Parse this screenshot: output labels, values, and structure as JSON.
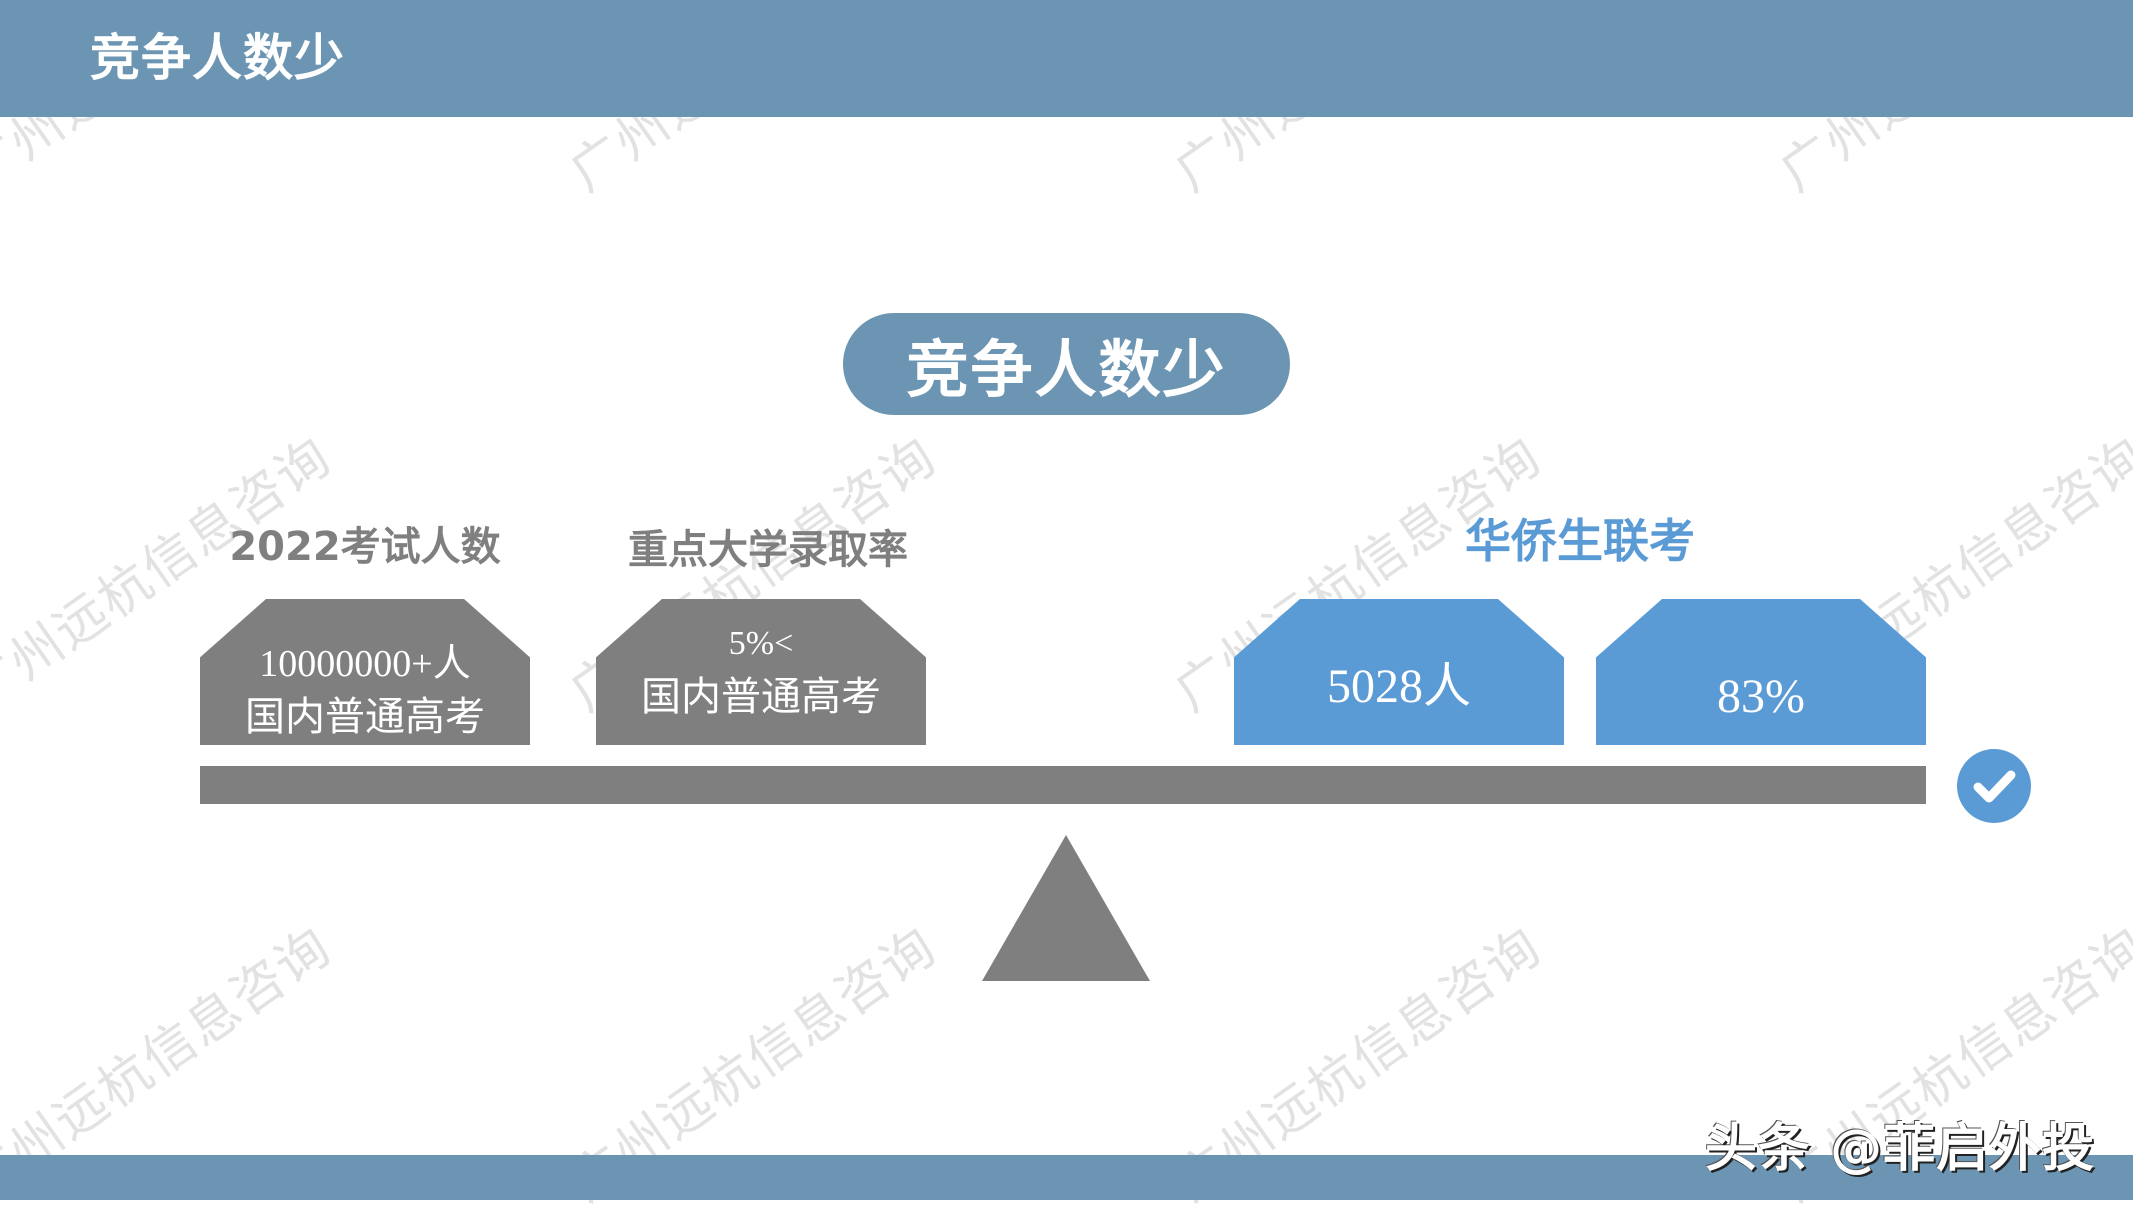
{
  "header": {
    "title": "竞争人数少"
  },
  "center_badge": {
    "label": "竞争人数少"
  },
  "comparison": {
    "left_group": [
      {
        "heading": "2022考试人数",
        "value": "10000000+人",
        "caption": "国内普通高考"
      },
      {
        "heading": "重点大学录取率",
        "value": "5%<",
        "caption": "国内普通高考"
      }
    ],
    "right_group": {
      "heading": "华侨生联考",
      "items": [
        {
          "value": "5028人"
        },
        {
          "value": "83%"
        }
      ]
    }
  },
  "icons": {
    "check": "check-circle-icon",
    "fulcrum": "triangle-fulcrum-icon"
  },
  "colors": {
    "header": "#6b95b2",
    "gray": "#7f7f7f",
    "blue": "#5b9bd5"
  },
  "watermark": {
    "text": "广州远杭信息咨询"
  },
  "credit": {
    "text": "头条 @菲启外投"
  }
}
